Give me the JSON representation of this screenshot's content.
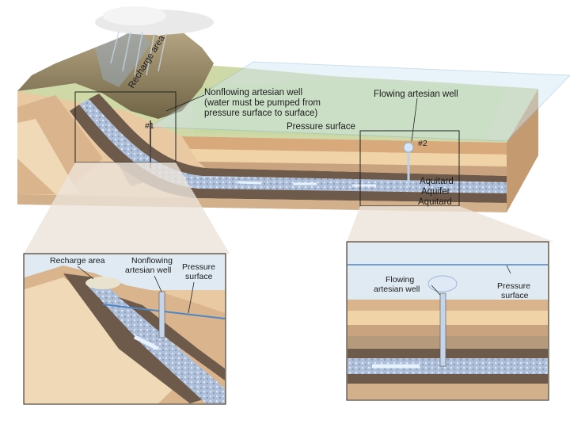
{
  "main": {
    "recharge_label": "Recharge area",
    "nonflowing_line1": "Nonflowing artesian well",
    "nonflowing_line2": "(water must be pumped from",
    "nonflowing_line3": "pressure surface to surface)",
    "flowing_label": "Flowing artesian well",
    "pressure_label": "Pressure surface",
    "well1_label": "#1",
    "well2_label": "#2",
    "aquitard_upper": "Aquitard",
    "aquifer": "Aquifer",
    "aquitard_lower": "Aquitard"
  },
  "inset_left": {
    "recharge_label": "Recharge area",
    "well_line1": "Nonflowing",
    "well_line2": "artesian well",
    "pressure_line1": "Pressure",
    "pressure_line2": "surface"
  },
  "inset_right": {
    "well_line1": "Flowing",
    "well_line2": "artesian well",
    "pressure_line1": "Pressure",
    "pressure_line2": "surface"
  },
  "colors": {
    "aquifer": "#a9bfdc",
    "aquitard": "#6e5a4a",
    "sandstone": "#e9c79c",
    "shale": "#b69a7c",
    "pressure_plane": "#cfe6f4",
    "mountain": "#8a7a5a"
  }
}
